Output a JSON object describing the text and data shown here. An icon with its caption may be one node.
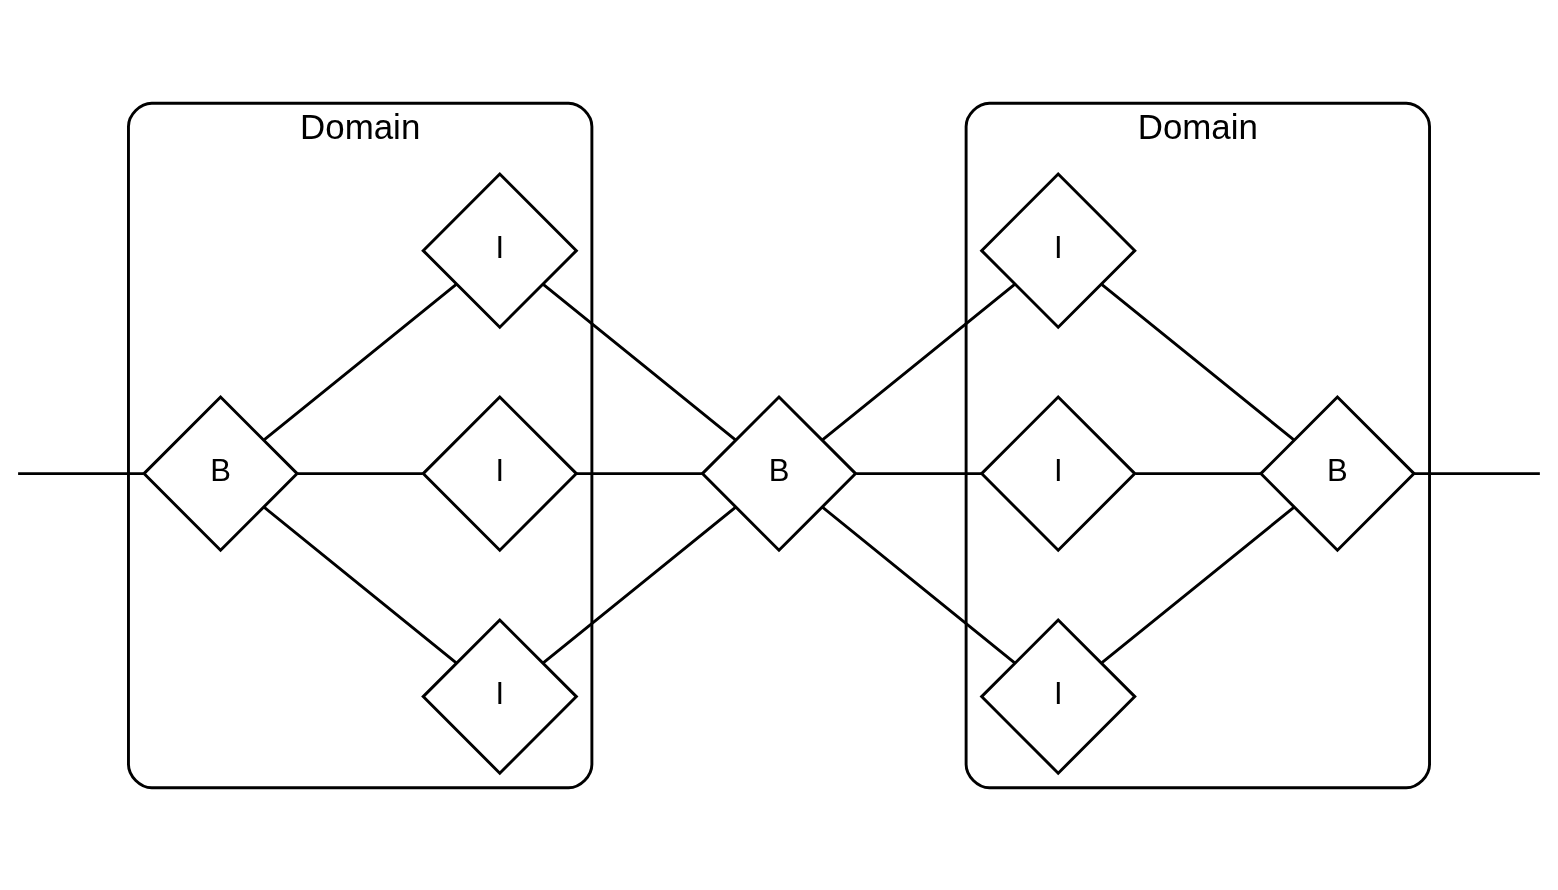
{
  "diagram": {
    "nodes": [
      {
        "text": [
          "Domain"
        ]
      },
      {
        "text": [
          "Domain"
        ]
      },
      {
        "text": [
          "I"
        ],
        "in": 0
      },
      {
        "text": [
          "I"
        ],
        "in": 1
      },
      {
        "text": [
          "B"
        ],
        "in": 0
      },
      {
        "text": [
          "I"
        ],
        "in": 0
      },
      {
        "text": [
          "B"
        ]
      },
      {
        "text": [
          "I"
        ],
        "in": 1
      },
      {
        "text": [
          "B"
        ],
        "in": 1
      },
      {
        "text": [
          "I"
        ],
        "in": 0
      },
      {
        "text": [
          "I"
        ],
        "in": 1
      }
    ],
    "edges": [
      {
        "from": null,
        "to": 4,
        "arrow": "none"
      },
      {
        "from": 4,
        "to": 2,
        "arrow": "none"
      },
      {
        "from": 4,
        "to": 5,
        "arrow": "none"
      },
      {
        "from": 4,
        "to": 9,
        "arrow": "none"
      },
      {
        "from": 2,
        "to": 6,
        "arrow": "none"
      },
      {
        "from": 5,
        "to": 6,
        "arrow": "none"
      },
      {
        "from": 9,
        "to": 6,
        "arrow": "none"
      },
      {
        "from": 6,
        "to": 3,
        "arrow": "none"
      },
      {
        "from": 6,
        "to": 7,
        "arrow": "none"
      },
      {
        "from": 6,
        "to": 10,
        "arrow": "none"
      },
      {
        "from": 3,
        "to": 8,
        "arrow": "none"
      },
      {
        "from": 7,
        "to": 8,
        "arrow": "none"
      },
      {
        "from": 10,
        "to": 8,
        "arrow": "none"
      },
      {
        "from": 8,
        "to": null,
        "arrow": "none"
      }
    ]
  }
}
